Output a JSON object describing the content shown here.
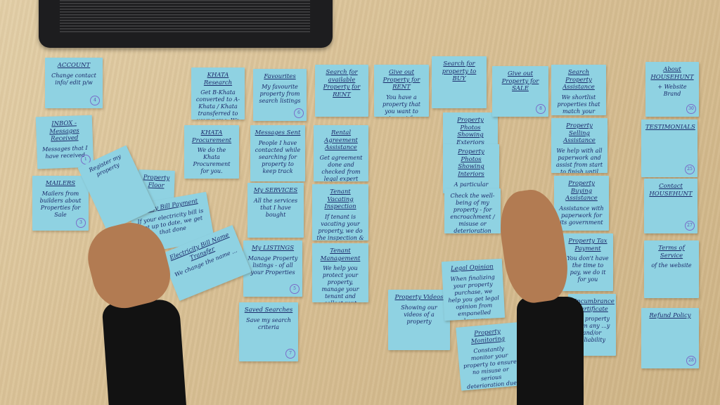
{
  "scene": {
    "description_colors": {
      "table": "#dcc59c",
      "note": "#8fd2e2",
      "ink": "#1b2a6b",
      "sleeve": "#121212",
      "skin": "#b27b52"
    }
  },
  "notes": [
    {
      "title": "ACCOUNT",
      "body": "Change contact info/ edit p/w",
      "num": "4"
    },
    {
      "title": "INBOX - Messages Received",
      "body": "Messages that I have received",
      "num": "1"
    },
    {
      "title": "MAILERS",
      "body": "Mailers from builders about Properties for Sale",
      "num": "3"
    },
    {
      "title": "Property Floor",
      "body": "",
      "num": ""
    },
    {
      "title": "KHATA Research",
      "body": "Get B-Khata converted to A-Khata / Khata transferred to your name. We do all the research, give you cases info",
      "num": ""
    },
    {
      "title": "KHATA Procurement",
      "body": "We do the Khata Procurement for you.",
      "num": ""
    },
    {
      "title": "Favourites",
      "body": "My favourite property from search listings",
      "num": "6"
    },
    {
      "title": "Messages Sent",
      "body": "People I have contacted while searching for property to keep track",
      "num": ""
    },
    {
      "title": "My SERVICES",
      "body": "All the services that I have bought",
      "num": ""
    },
    {
      "title": "My LISTINGS",
      "body": "Manage Property listings - of all your Properties",
      "num": "5"
    },
    {
      "title": "Saved Searches",
      "body": "Save my search criteria",
      "num": "7"
    },
    {
      "title": "Search for available Property for RENT",
      "body": "",
      "num": ""
    },
    {
      "title": "Rental Agreement Assistance",
      "body": "Get agreement done and checked from legal expert",
      "num": ""
    },
    {
      "title": "Tenant Vacating Inspection",
      "body": "If tenant is vacating your property, we do the inspection & handle final settlement",
      "num": ""
    },
    {
      "title": "Tenant Management",
      "body": "We help you protect your property, manage your tenant and collect rent",
      "num": ""
    },
    {
      "title": "Give out Property for RENT",
      "body": "You have a property that you want to give out for RENT. List it on our website",
      "num": ""
    },
    {
      "title": "Search for property to BUY",
      "body": "",
      "num": ""
    },
    {
      "title": "Property Photos Showing Exteriors",
      "body": "A particular property",
      "num": ""
    },
    {
      "title": "Property Photos Showing Interiors",
      "body": "A particular property. Photos showing interiors",
      "num": ""
    },
    {
      "title": "",
      "body": "Check the well-being of my property - for encroachment / misuse or deterioration",
      "num": ""
    },
    {
      "title": "Property Videos",
      "body": "Showing our videos of a property",
      "num": ""
    },
    {
      "title": "Legal Opinion",
      "body": "When finalizing your property purchase, we help you get legal opinion from empanelled lawyers",
      "num": ""
    },
    {
      "title": "Property Monitoring",
      "body": "Constantly monitor your property to ensure no misuse or serious deterioration due to natural causes",
      "num": ""
    },
    {
      "title": "Give out Property for SALE",
      "body": "",
      "num": "8"
    },
    {
      "title": "Search Property Assistance",
      "body": "We shortlist properties that match your criteria for your review",
      "num": ""
    },
    {
      "title": "Property Selling Assistance",
      "body": "We help with all paperwork and assist from start to finish until you receive payment",
      "num": ""
    },
    {
      "title": "Property Buying Assistance",
      "body": "Assistance with paperwork for its government",
      "num": ""
    },
    {
      "title": "Property Tax Payment",
      "body": "You don't have the time to pay, we do it for you",
      "num": ""
    },
    {
      "title": "Encumbrance Certificate",
      "body": "...e property from any ...y and/or ...liability",
      "num": ""
    },
    {
      "title": "About HOUSEHUNT",
      "body": "+ Website Brand",
      "num": "30"
    },
    {
      "title": "TESTIMONIALS",
      "body": "",
      "num": "25"
    },
    {
      "title": "Contact HOUSEHUNT",
      "body": "",
      "num": "27"
    },
    {
      "title": "Terms of Service",
      "body": "of the website",
      "num": ""
    },
    {
      "title": "Refund Policy",
      "body": "",
      "num": "28"
    },
    {
      "title": "Utility Bill Payment",
      "body": "If your electricity bill is not up to date, we get that done",
      "num": ""
    },
    {
      "title": "Electricity Bill Name Transfer",
      "body": "We change the name ...",
      "num": ""
    },
    {
      "title": "",
      "body": "Register my property",
      "num": ""
    }
  ]
}
